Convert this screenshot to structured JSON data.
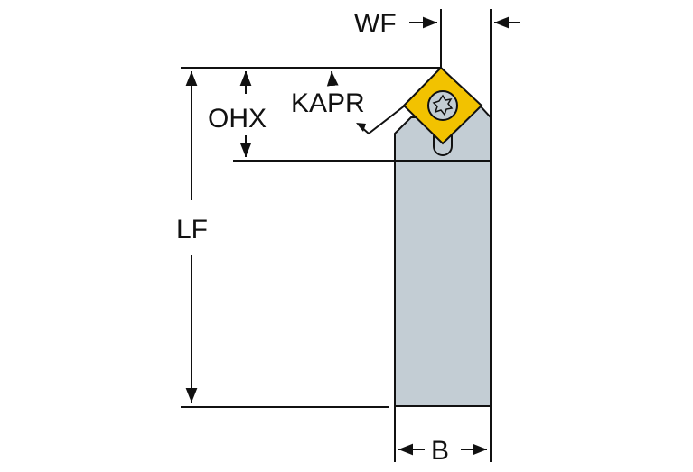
{
  "diagram": {
    "type": "turning tool holder dimension drawing",
    "labels": {
      "wf": "WF",
      "ohx": "OHX",
      "kapr": "KAPR",
      "lf": "LF",
      "b": "B"
    },
    "colors": {
      "insert": "#F2C200",
      "holder": "#C3CDD4",
      "line": "#111111",
      "background": "#FFFFFF"
    }
  }
}
